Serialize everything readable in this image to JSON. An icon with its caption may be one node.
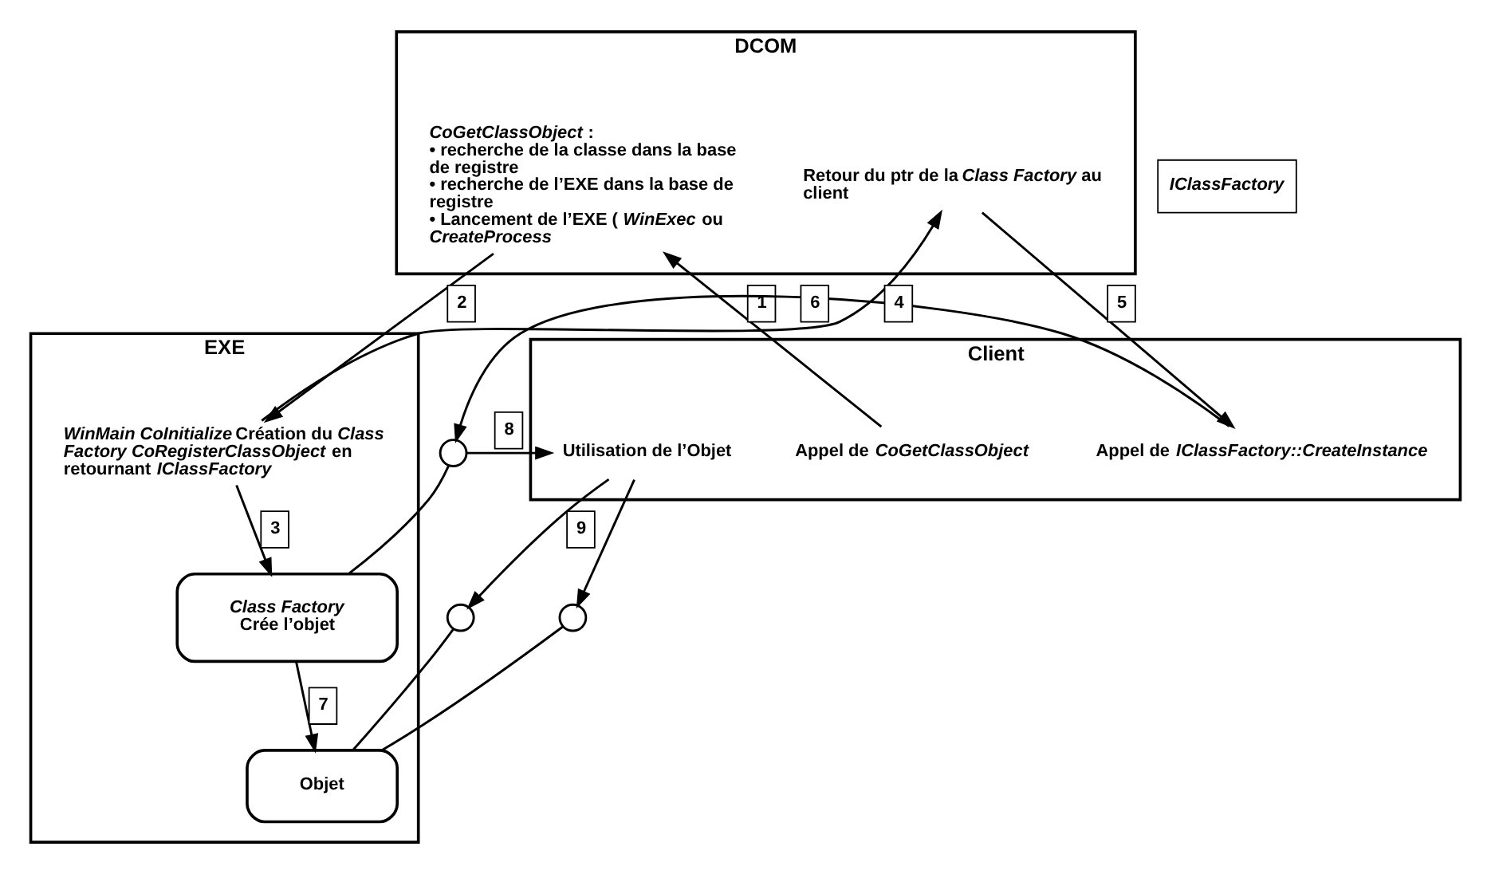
{
  "diagram": {
    "nodes": [
      {
        "text": [
          "Client"
        ]
      },
      {
        "text": [
          "Appel de *CoGetClassObject*"
        ],
        "in": 0
      },
      {
        "text": [
          "Appel de *IClassFactory::CreateInstance*"
        ],
        "in": 0
      },
      {
        "text": [
          "Utilisation de l’Objet"
        ],
        "in": 0
      },
      {
        "text": [
          "DCOM"
        ]
      },
      {
        "text": [
          "*CoGetClassObject* : • recherche de la classe dans la base de registre • recherche de l’EXE dans la base de registre • Lancement de l’EXE (*WinExec* ou *CreateProcess*"
        ],
        "in": 4
      },
      {
        "text": [
          "Retour du ptr de la *Class Factory* au client"
        ],
        "in": 4
      },
      {
        "text": [
          "EXE"
        ]
      },
      {
        "text": [
          "Objet"
        ],
        "in": 7
      },
      {
        "text": [
          "Class Factory",
          "Crée l’objet"
        ],
        "in": 7
      },
      {
        "text": [
          "*WinMain* *CoInitialize* Création du *Class Factory* *CoRegisterClassObject* en retournant *IClassFactory*"
        ],
        "in": 7
      },
      {
        "text": [],
        "shape": "circle"
      },
      {
        "text": [],
        "shape": "circle"
      },
      {
        "text": [],
        "shape": "circle"
      },
      {
        "text": [
          "IClassFactory"
        ]
      }
    ],
    "edges": [
      {
        "from": 1,
        "to": 5,
        "arrow": "to",
        "label": "1"
      },
      {
        "from": 5,
        "to": 10,
        "arrow": "to",
        "label": "2"
      },
      {
        "from": 10,
        "to": 9,
        "arrow": "to",
        "label": "3"
      },
      {
        "from": 10,
        "to": 6,
        "arrow": "to",
        "label": "4"
      },
      {
        "from": 6,
        "to": 2,
        "arrow": "to",
        "label": "5"
      },
      {
        "from": 2,
        "to": 13,
        "arrow": "to",
        "label": "6"
      },
      {
        "from": 9,
        "to": 8,
        "arrow": "to",
        "label": "7"
      },
      {
        "from": 13,
        "to": 3,
        "arrow": "to",
        "label": "8"
      },
      {
        "from": 3,
        "to": 11,
        "arrow": "to",
        "label": "9"
      },
      {
        "from": 3,
        "to": 12,
        "arrow": "to"
      },
      {
        "from": 11,
        "to": 8,
        "arrow": "none"
      },
      {
        "from": 12,
        "to": 8,
        "arrow": "none"
      },
      {
        "from": 13,
        "to": 9,
        "arrow": "none"
      }
    ]
  }
}
